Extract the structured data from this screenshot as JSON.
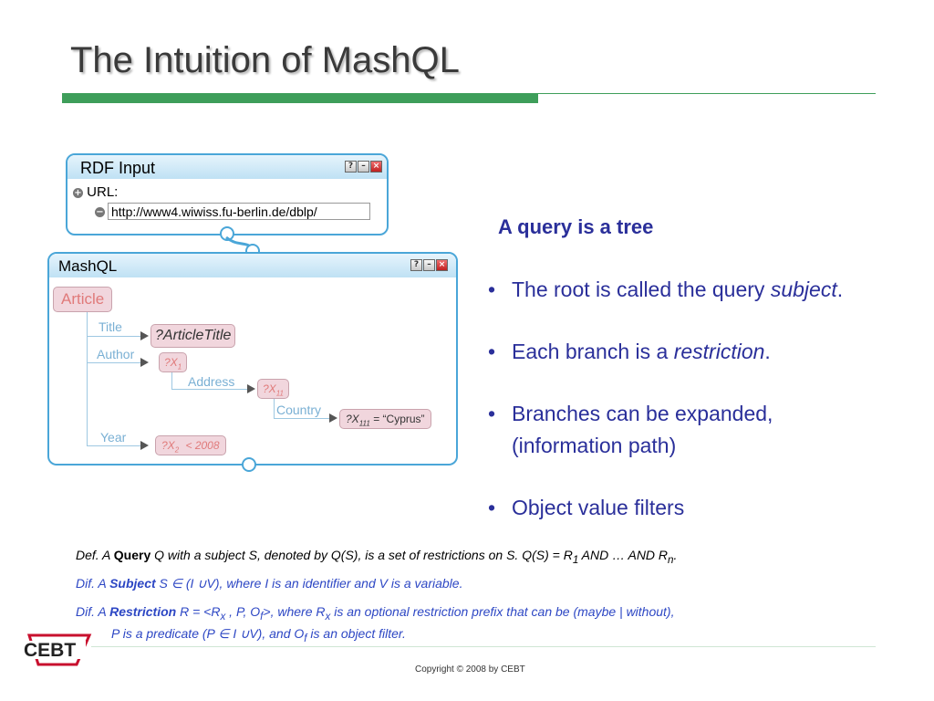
{
  "slide": {
    "title": "The Intuition of MashQL",
    "copyright": "Copyright © 2008 by CEBT",
    "logo_text": "CEBT"
  },
  "rdf_panel": {
    "title": "RDF Input",
    "buttons": [
      "?",
      "–",
      "×"
    ],
    "url_label": "URL:",
    "url_value": "http://www4.wiwiss.fu-berlin.de/dblp/"
  },
  "mashql_panel": {
    "title": "MashQL",
    "buttons": [
      "?",
      "–",
      "×"
    ],
    "root": "Article",
    "edges": {
      "title": "Title",
      "author": "Author",
      "address": "Address",
      "country": "Country",
      "year": "Year"
    },
    "nodes": {
      "title_var": "?ArticleTitle",
      "author_var": "?X",
      "author_sub": "1",
      "address_var": "?X",
      "address_sub": "11",
      "country_var": "?X",
      "country_sub": "111",
      "country_filter": "= “Cyprus”",
      "year_var": "?X",
      "year_sub": "2",
      "year_filter": "< 2008"
    }
  },
  "content": {
    "heading": "A query is a tree",
    "bullets": {
      "b1_text": "The root is called the query ",
      "b1_em": "subject",
      "b1_end": ".",
      "b2_text": "Each branch is a ",
      "b2_em": "restriction",
      "b2_end": ".",
      "b3_line1": "Branches can be expanded,",
      "b3_line2": "(information path)",
      "b4_text": "Object value filters"
    },
    "bullet_char": "•"
  },
  "definitions": {
    "def1": {
      "prefix": "Def.  A ",
      "bold": "Query",
      "rest": " Q with a subject S, denoted by Q(S), is a set of restrictions on S. Q(S) = R",
      "sub1": "1",
      "mid": " AND … AND R",
      "sub2": "n",
      "end": "."
    },
    "def2": {
      "prefix": "Dif.  A ",
      "bold": "Subject",
      "rest": " S  ∈ (I  ∪V), where I is an identifier and V is a variable."
    },
    "def3": {
      "prefix": "Dif. A ",
      "bold": "Restriction",
      "part1": " R = <R",
      "sub_x": "x",
      "part2": " , P, O",
      "sub_f": "f",
      "part3": ">, where R",
      "sub_x2": "x",
      "part4": " is an optional restriction prefix that can be (maybe | without),",
      "line2a": "P is a predicate (P  ∈ I  ∪V), and O",
      "line2_sub": "f",
      "line2b": " is an object filter."
    }
  },
  "colors": {
    "accent_green": "#3e9e5a",
    "panel_blue": "#4aa6d8",
    "text_blue": "#2a2f9a",
    "def_blue": "#2d47c4",
    "node_pink": "#f1d6dd",
    "root_text": "#e07a7a",
    "logo_red": "#c8102e"
  }
}
